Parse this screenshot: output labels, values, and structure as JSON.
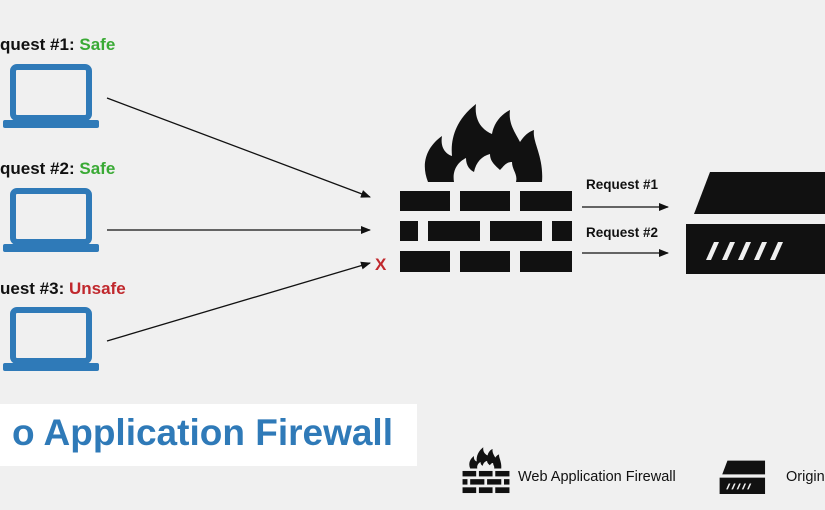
{
  "requests": [
    {
      "prefix": "quest #1:",
      "status": "Safe",
      "status_color": "#3aaa35"
    },
    {
      "prefix": "quest #2:",
      "status": "Safe",
      "status_color": "#3aaa35"
    },
    {
      "prefix": "uest #3:",
      "status": "Unsafe",
      "status_color": "#c0282d"
    }
  ],
  "blocked_marker": "X",
  "forwarded": [
    "Request #1",
    "Request #2"
  ],
  "title": "o Application Firewall",
  "legend": {
    "firewall_label": "Web Application Firewall",
    "server_label": "Origin"
  },
  "colors": {
    "laptop": "#2f7ab8",
    "title": "#2f7ab8",
    "blocked": "#c0282d",
    "icon": "#111111"
  },
  "icons": [
    "laptop-icon",
    "firewall-icon",
    "fire-icon",
    "server-icon"
  ]
}
